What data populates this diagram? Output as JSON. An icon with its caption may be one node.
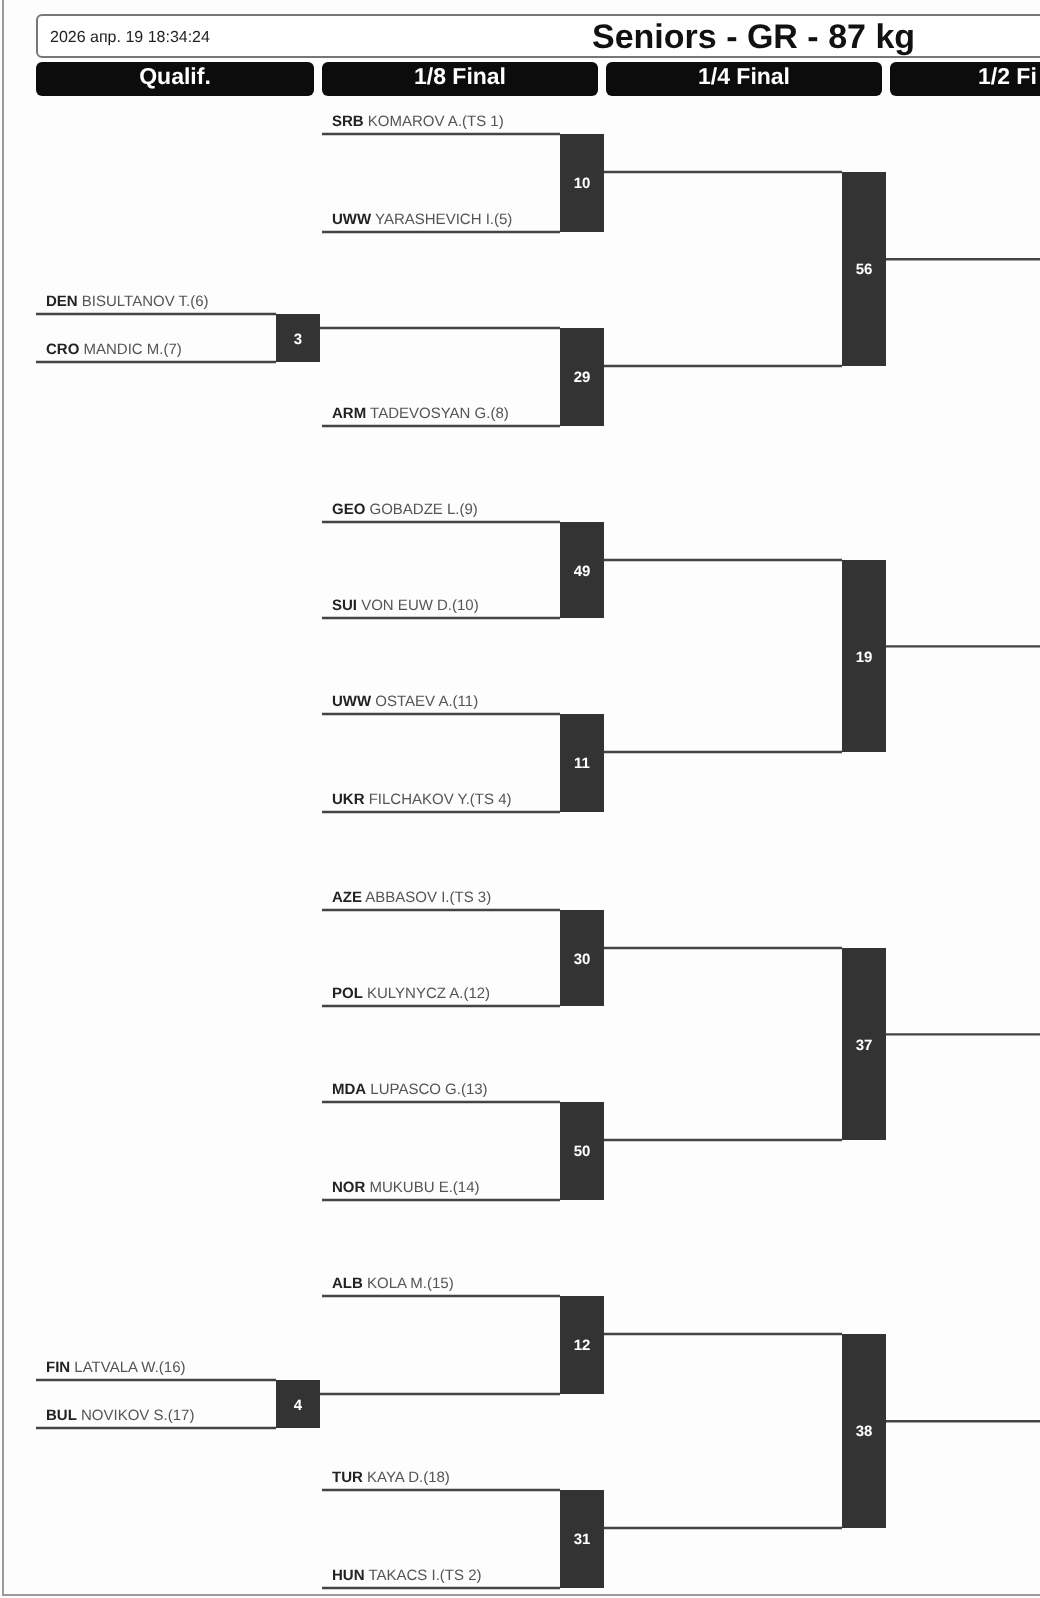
{
  "diagram": {
    "nodes": [
      {
        "text": [
          "2026 апр. 19 18:34:24",
          "Seniors - GR - 87 kg"
        ]
      },
      {
        "text": [
          "Qualif."
        ]
      },
      {
        "text": [
          "1/8 Final"
        ]
      },
      {
        "text": [
          "1/4 Final"
        ]
      },
      {
        "text": [
          "1/2 Fi"
        ]
      },
      {
        "text": [
          "**SRB** KOMAROV A.(TS 1)"
        ]
      },
      {
        "text": [
          "**UWW** YARASHEVICH I.(5)"
        ]
      },
      {
        "text": [
          "10"
        ]
      },
      {
        "text": [
          "**DEN** BISULTANOV T.(6)"
        ]
      },
      {
        "text": [
          "**CRO** MANDIC M.(7)"
        ]
      },
      {
        "text": [
          "3"
        ]
      },
      {
        "text": [
          "**ARM** TADEVOSYAN G.(8)"
        ]
      },
      {
        "text": [
          "29"
        ]
      },
      {
        "text": [
          "56"
        ]
      },
      {
        "text": [
          "**GEO** GOBADZE L.(9)"
        ]
      },
      {
        "text": [
          "**SUI** VON EUW D.(10)"
        ]
      },
      {
        "text": [
          "49"
        ]
      },
      {
        "text": [
          "**UWW** OSTAEV A.(11)"
        ]
      },
      {
        "text": [
          "**UKR** FILCHAKOV Y.(TS 4)"
        ]
      },
      {
        "text": [
          "11"
        ]
      },
      {
        "text": [
          "19"
        ]
      },
      {
        "text": [
          "**AZE** ABBASOV I.(TS 3)"
        ]
      },
      {
        "text": [
          "**POL** KULYNYCZ A.(12)"
        ]
      },
      {
        "text": [
          "30"
        ]
      },
      {
        "text": [
          "**MDA** LUPASCO G.(13)"
        ]
      },
      {
        "text": [
          "**NOR** MUKUBU E.(14)"
        ]
      },
      {
        "text": [
          "50"
        ]
      },
      {
        "text": [
          "37"
        ]
      },
      {
        "text": [
          "**ALB** KOLA M.(15)"
        ]
      },
      {
        "text": [
          "**FIN** LATVALA W.(16)"
        ]
      },
      {
        "text": [
          "**BUL** NOVIKOV S.(17)"
        ]
      },
      {
        "text": [
          "4"
        ]
      },
      {
        "text": [
          "12"
        ]
      },
      {
        "text": [
          "**TUR** KAYA D.(18)"
        ]
      },
      {
        "text": [
          "**HUN** TAKACS I.(TS 2)"
        ]
      },
      {
        "text": [
          "31"
        ]
      },
      {
        "text": [
          "38"
        ]
      }
    ],
    "edges": [
      {
        "from": 5,
        "to": 7,
        "arrow": "none"
      },
      {
        "from": 6,
        "to": 7,
        "arrow": "none"
      },
      {
        "from": 8,
        "to": 10,
        "arrow": "none"
      },
      {
        "from": 9,
        "to": 10,
        "arrow": "none"
      },
      {
        "from": 10,
        "to": 12,
        "arrow": "none"
      },
      {
        "from": 11,
        "to": 12,
        "arrow": "none"
      },
      {
        "from": 7,
        "to": 13,
        "arrow": "none"
      },
      {
        "from": 12,
        "to": 13,
        "arrow": "none"
      },
      {
        "from": 13,
        "to": null,
        "arrow": "none"
      },
      {
        "from": 14,
        "to": 16,
        "arrow": "none"
      },
      {
        "from": 15,
        "to": 16,
        "arrow": "none"
      },
      {
        "from": 17,
        "to": 19,
        "arrow": "none"
      },
      {
        "from": 18,
        "to": 19,
        "arrow": "none"
      },
      {
        "from": 16,
        "to": 20,
        "arrow": "none"
      },
      {
        "from": 19,
        "to": 20,
        "arrow": "none"
      },
      {
        "from": 20,
        "to": null,
        "arrow": "none"
      },
      {
        "from": 21,
        "to": 23,
        "arrow": "none"
      },
      {
        "from": 22,
        "to": 23,
        "arrow": "none"
      },
      {
        "from": 24,
        "to": 26,
        "arrow": "none"
      },
      {
        "from": 25,
        "to": 26,
        "arrow": "none"
      },
      {
        "from": 23,
        "to": 27,
        "arrow": "none"
      },
      {
        "from": 26,
        "to": 27,
        "arrow": "none"
      },
      {
        "from": 27,
        "to": null,
        "arrow": "none"
      },
      {
        "from": 28,
        "to": 32,
        "arrow": "none"
      },
      {
        "from": 29,
        "to": 31,
        "arrow": "none"
      },
      {
        "from": 30,
        "to": 31,
        "arrow": "none"
      },
      {
        "from": 31,
        "to": 32,
        "arrow": "none"
      },
      {
        "from": 33,
        "to": 35,
        "arrow": "none"
      },
      {
        "from": 34,
        "to": 35,
        "arrow": "none"
      },
      {
        "from": 32,
        "to": 36,
        "arrow": "none"
      },
      {
        "from": 35,
        "to": 36,
        "arrow": "none"
      },
      {
        "from": 36,
        "to": null,
        "arrow": "none"
      }
    ]
  }
}
